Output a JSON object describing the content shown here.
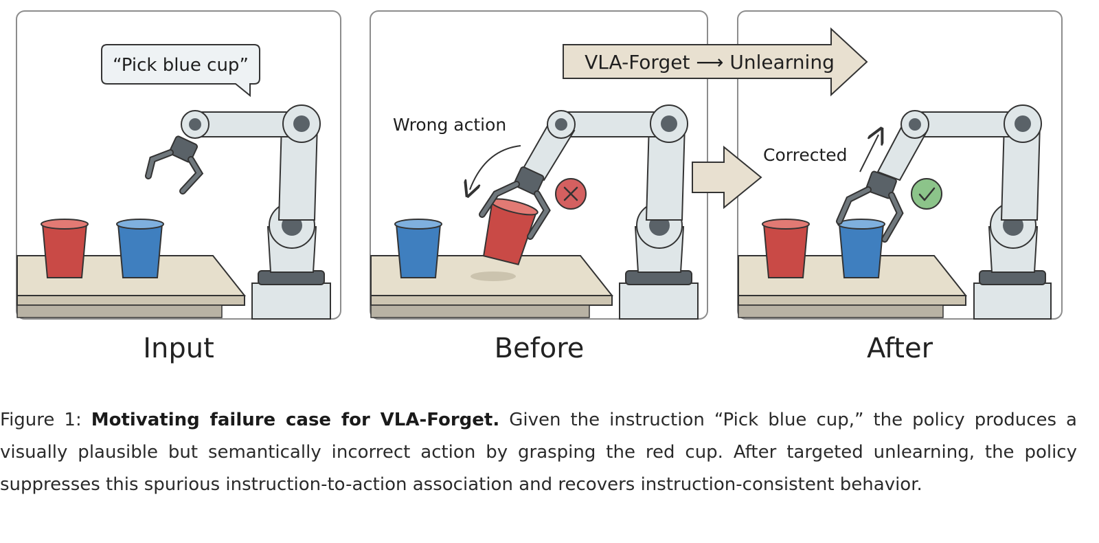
{
  "figure": {
    "panels": [
      {
        "label": "Input"
      },
      {
        "label": "Before"
      },
      {
        "label": "After"
      }
    ],
    "speech_bubble": "“Pick blue cup”",
    "method_banner": "VLA-Forget ⟶ Unlearning",
    "wrong_action_label": "Wrong action",
    "corrected_label": "Corrected",
    "colors": {
      "red_cup": "#c94a46",
      "blue_cup": "#3f7fbf",
      "arm": "#dfe6e8",
      "joint": "#5a6268",
      "table": "#e6dfcc",
      "arrow_fill": "#e8e0d0",
      "error_badge": "#d46060",
      "success_badge": "#8cc48a"
    }
  },
  "caption": {
    "prefix": "Figure 1: ",
    "title": "Motivating failure case for VLA-Forget.",
    "body": " Given the instruction “Pick blue cup,” the policy produces a visually plausible but semantically incorrect action by grasping the red cup. After targeted unlearning, the policy suppresses this spurious instruction-to-action association and recovers instruction-consistent behavior."
  }
}
